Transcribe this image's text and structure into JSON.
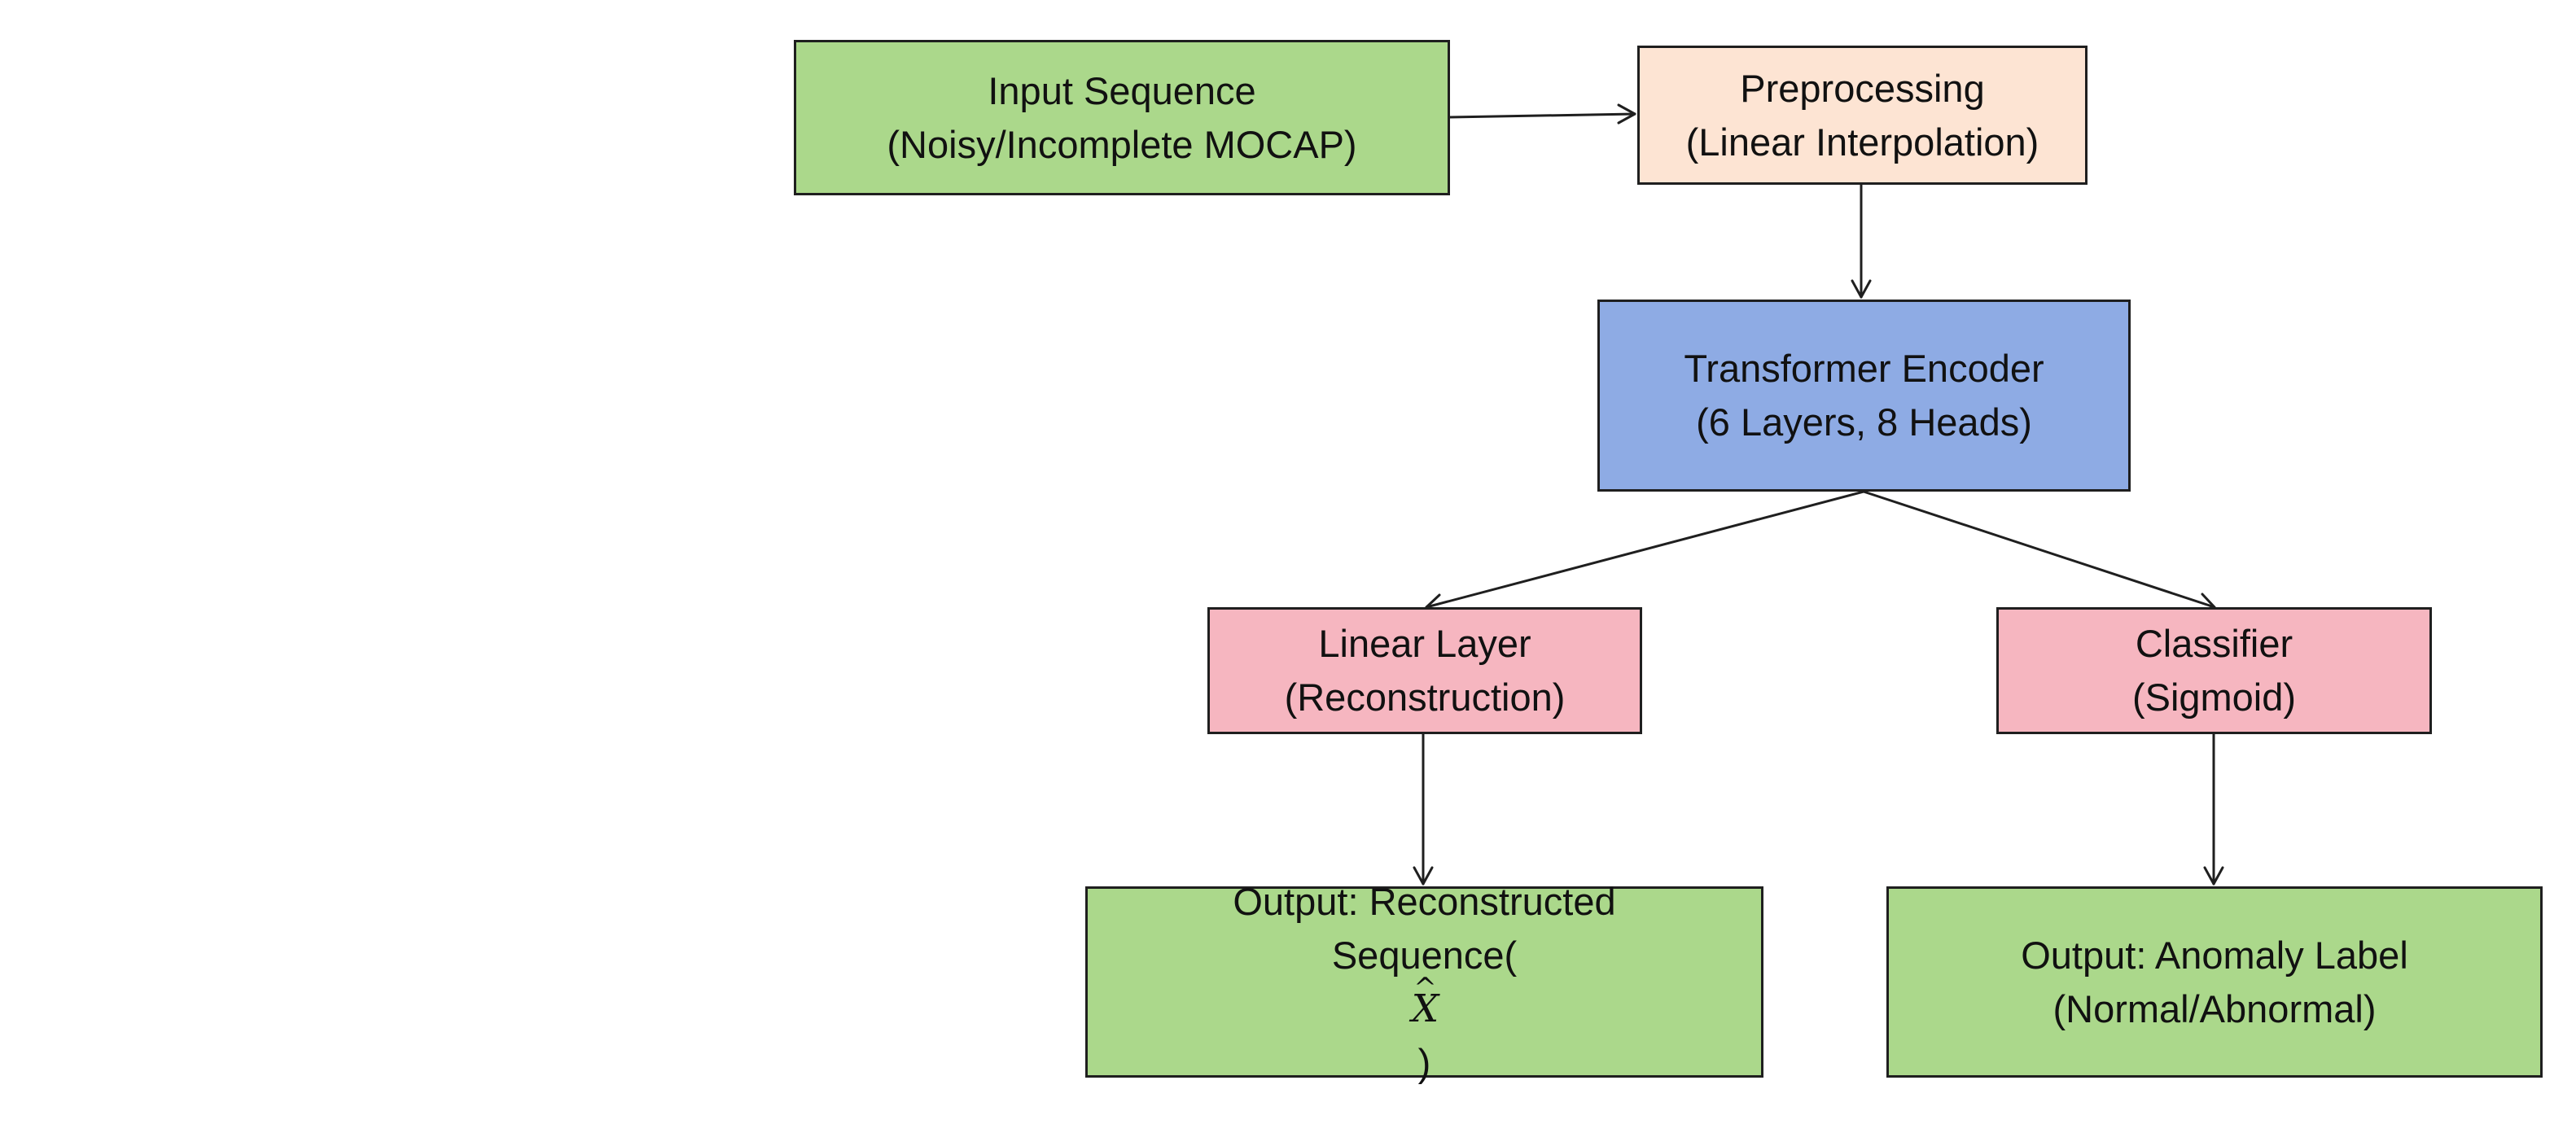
{
  "nodes": {
    "input": {
      "line1": "Input Sequence",
      "line2": "(Noisy/Incomplete MOCAP)",
      "color": "#abd88b"
    },
    "preprocessing": {
      "line1": "Preprocessing",
      "line2": "(Linear Interpolation)",
      "color": "#fde4d3"
    },
    "encoder": {
      "line1": "Transformer Encoder",
      "line2": "(6 Layers, 8 Heads)",
      "color": "#8eabe4"
    },
    "linear_layer": {
      "line1": "Linear Layer",
      "line2": "(Reconstruction)",
      "color": "#f6b6c0"
    },
    "classifier": {
      "line1": "Classifier",
      "line2": "(Sigmoid)",
      "color": "#f6b6c0"
    },
    "output_reconstruction": {
      "line1": "Output: Reconstructed",
      "line2_prefix": "Sequence(",
      "line2_symbol": "X",
      "line2_suffix": ")",
      "color": "#abd88b"
    },
    "output_anomaly": {
      "line1": "Output: Anomaly Label",
      "line2": "(Normal/Abnormal)",
      "color": "#abd88b"
    }
  },
  "edges": [
    {
      "from": "input",
      "to": "preprocessing"
    },
    {
      "from": "preprocessing",
      "to": "encoder"
    },
    {
      "from": "encoder",
      "to": "linear_layer"
    },
    {
      "from": "encoder",
      "to": "classifier"
    },
    {
      "from": "linear_layer",
      "to": "output_reconstruction"
    },
    {
      "from": "classifier",
      "to": "output_anomaly"
    }
  ],
  "colors": {
    "stroke": "#1f1f1f"
  }
}
